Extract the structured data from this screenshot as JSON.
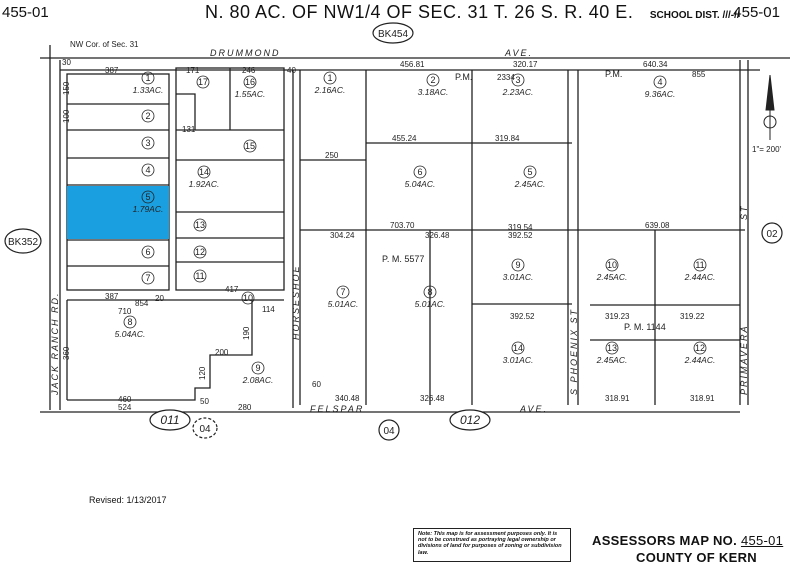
{
  "header": {
    "left_number": "455-01",
    "right_number": "455-01",
    "title": "N. 80 AC. OF NW1/4 OF SEC. 31 T. 26 S. R. 40 E.",
    "school_district": "SCHOOL DIST. ///-//"
  },
  "corner_note": "NW Cor. of Sec. 31",
  "streets": {
    "drummond": "DRUMMOND",
    "drummond_ave": "AVE.",
    "jack_ranch": "JACK RANCH RD.",
    "horseshoe": "HORSESHOE",
    "felspar": "FELSPAR",
    "felspar_ave": "AVE.",
    "phoenix": "S PHOENIX ST",
    "primavera": "PRIMAVERA",
    "st": "ST"
  },
  "book_refs": {
    "top": "BK454",
    "left": "BK352",
    "right": "02",
    "bottom_mid": "04",
    "bottom_left": "04"
  },
  "ovals": {
    "left": "011",
    "mid": "012"
  },
  "north_scale": "1\"= 200'",
  "pm_labels": {
    "pm_a": "P.M.",
    "pm_b": "P.M.",
    "pm_5577": "P. M. 5577",
    "pm_1144": "P. M. 1144",
    "n2334": "2334",
    "n855": "855"
  },
  "parcels": [
    {
      "num": "1",
      "acres": "1.33AC."
    },
    {
      "num": "2",
      "acres": ""
    },
    {
      "num": "3",
      "acres": ""
    },
    {
      "num": "4",
      "acres": ""
    },
    {
      "num": "5",
      "acres": "1.79AC."
    },
    {
      "num": "6",
      "acres": ""
    },
    {
      "num": "7",
      "acres": ""
    },
    {
      "num": "8",
      "acres": "5.04AC."
    },
    {
      "num": "9",
      "acres": "2.08AC."
    },
    {
      "num": "10",
      "acres": ""
    },
    {
      "num": "11",
      "acres": ""
    },
    {
      "num": "12",
      "acres": ""
    },
    {
      "num": "13",
      "acres": ""
    },
    {
      "num": "14",
      "acres": "1.92AC."
    },
    {
      "num": "15",
      "acres": ""
    },
    {
      "num": "16",
      "acres": "1.55AC."
    },
    {
      "num": "17",
      "acres": ""
    }
  ],
  "mid_parcels": [
    {
      "num": "1",
      "acres": "2.16AC."
    },
    {
      "num": "2",
      "acres": "3.18AC."
    },
    {
      "num": "3",
      "acres": "2.23AC."
    },
    {
      "num": "4",
      "acres": "9.36AC."
    },
    {
      "num": "6",
      "acres": "5.04AC."
    },
    {
      "num": "5",
      "acres": "2.45AC."
    },
    {
      "num": "7",
      "acres": "5.01AC."
    },
    {
      "num": "8",
      "acres": "5.01AC."
    },
    {
      "num": "9",
      "acres": "3.01AC."
    },
    {
      "num": "14",
      "acres": "3.01AC."
    },
    {
      "num": "10",
      "acres": "2.45AC."
    },
    {
      "num": "11",
      "acres": "2.44AC."
    },
    {
      "num": "13",
      "acres": "2.45AC."
    },
    {
      "num": "12",
      "acres": "2.44AC."
    }
  ],
  "dims": {
    "d387a": "387",
    "d387b": "387",
    "d150": "150",
    "d100": "100",
    "d200": "200",
    "d854": "854",
    "d710": "710",
    "d417": "417",
    "d360": "360",
    "d460": "460",
    "d524": "524",
    "d280": "280",
    "d250": "250",
    "d456": "456.81",
    "d320": "320.17",
    "d640": "640.34",
    "d455": "455.24",
    "d319": "319.84",
    "d703": "703.70",
    "d326": "326.48",
    "d304": "304.24",
    "d639": "639.08",
    "d392": "392.52",
    "d319b": "319.54",
    "d319c": "319.23",
    "d319d": "319.22",
    "d340": "340.48",
    "d326b": "326.48",
    "d392b": "392.52",
    "d318": "318.91",
    "d318b": "318.91",
    "d30": "30",
    "d40": "40",
    "d50": "50",
    "d120": "120",
    "d171": "171",
    "d246": "246",
    "d131": "131",
    "d114": "114",
    "d190": "190",
    "d20": "20",
    "d60": "60"
  },
  "revised": "Revised: 1/13/2017",
  "note": "Note: This map is for assessment purposes only. It is not to be construed as portraying legal ownership or divisions of land for purposes of zoning or subdivision law.",
  "assessor": {
    "label": "ASSESSORS MAP NO.",
    "number": "455-01",
    "county": "COUNTY OF KERN"
  },
  "colors": {
    "highlight": "#1a9fe0",
    "line": "#222222"
  }
}
